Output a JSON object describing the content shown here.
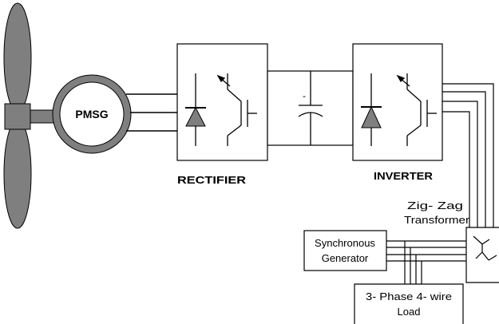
{
  "generator_label": "PMSG",
  "rectifier_label": "RECTIFIER",
  "inverter_label": "INVERTER",
  "transformer_label": [
    "Zig- Zag",
    "Transformer"
  ],
  "sync_gen_label": [
    "Synchronous",
    "Generator"
  ],
  "load_label": [
    "3- Phase 4- wire",
    "Load"
  ],
  "capacitor_sign": "-"
}
